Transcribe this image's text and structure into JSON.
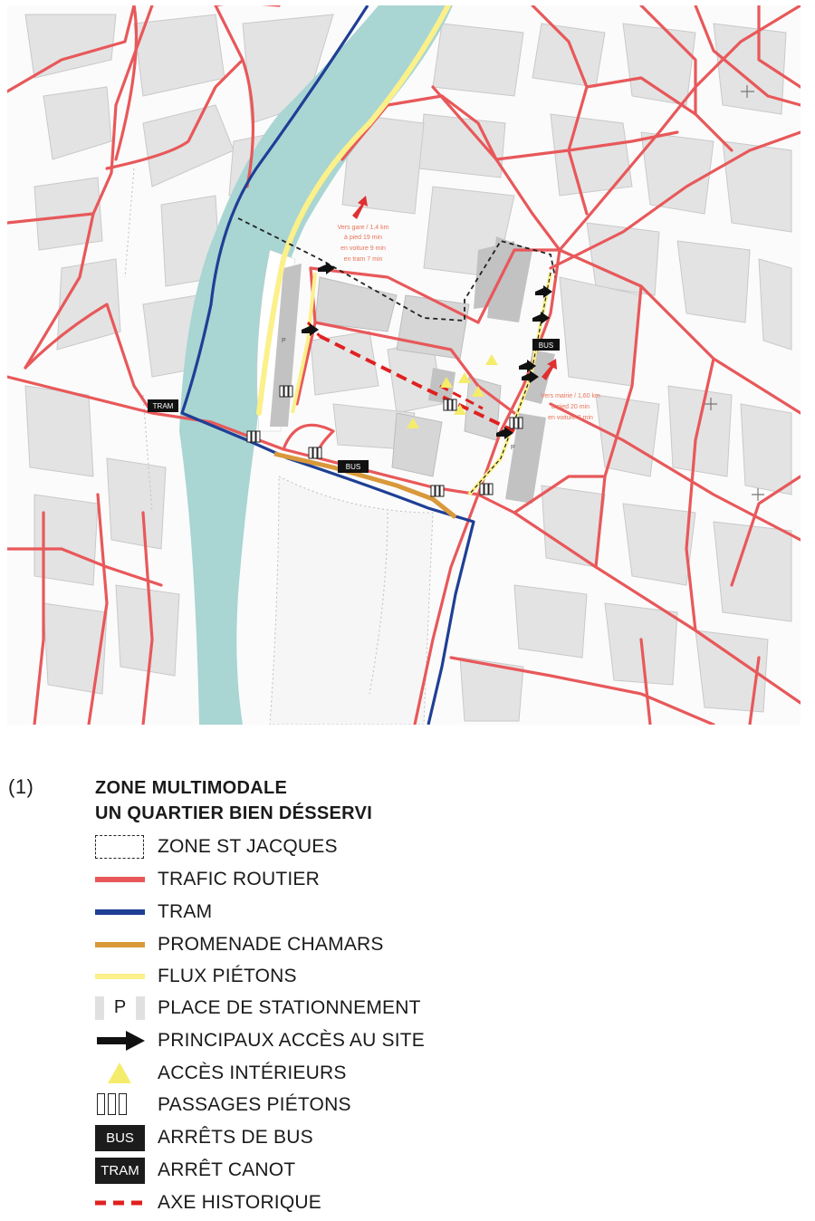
{
  "map": {
    "labels": {
      "tram_stop": "TRAM",
      "bus_stop_top": "BUS",
      "bus_stop_bottom": "BUS",
      "note_north": [
        "Vers gare / 1,4 km",
        "à pied 19 min",
        "en voiture 9 min",
        "en tram 7 min"
      ],
      "note_east": [
        "Vers mairie / 1,60 km",
        "à pied 20 min",
        "en voiture 8 min"
      ]
    },
    "colors": {
      "river": "#a9d5d3",
      "roads": "#e8585a",
      "tram": "#1f3f95",
      "promenade": "#d9983a",
      "pedestrian_flow": "#fbf08a",
      "historic_axis": "#e02020",
      "zone_outline": "#222222",
      "access_arrow": "#111111",
      "direction_arrow": "#e03030",
      "interior_access": "#f5ec6b",
      "parking": "#c2c2c2"
    }
  },
  "legend": {
    "figure_number": "(1)",
    "title_line1": "ZONE MULTIMODALE",
    "title_line2": "UN QUARTIER BIEN DÉSSERVI",
    "items": [
      {
        "symbol": "dashed-box-icon",
        "label": "ZONE ST JACQUES"
      },
      {
        "symbol": "red-line-icon",
        "label": "TRAFIC ROUTIER",
        "color": "#e8585a"
      },
      {
        "symbol": "blue-line-icon",
        "label": "TRAM",
        "color": "#1f3f95"
      },
      {
        "symbol": "orange-line-icon",
        "label": "PROMENADE CHAMARS",
        "color": "#d9983a"
      },
      {
        "symbol": "yellow-line-icon",
        "label": "FLUX PIÉTONS",
        "color": "#fbf08a"
      },
      {
        "symbol": "parking-icon",
        "symbol_text": "P",
        "label": "PLACE DE STATIONNEMENT"
      },
      {
        "symbol": "black-arrow-icon",
        "label": "PRINCIPAUX ACCÈS AU SITE"
      },
      {
        "symbol": "yellow-triangle-icon",
        "label": "ACCÈS INTÉRIEURS"
      },
      {
        "symbol": "crosswalk-icon",
        "label": "PASSAGES PIÉTONS"
      },
      {
        "symbol": "bus-box-icon",
        "symbol_text": "BUS",
        "label": "ARRÊTS DE BUS"
      },
      {
        "symbol": "tram-box-icon",
        "symbol_text": "TRAM",
        "label": "ARRÊT CANOT"
      },
      {
        "symbol": "red-dashed-line-icon",
        "label": "AXE HISTORIQUE",
        "color": "#e02020"
      }
    ]
  }
}
